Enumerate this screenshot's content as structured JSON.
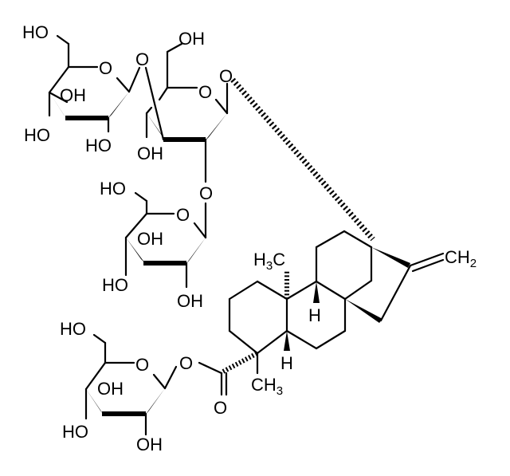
{
  "diagram": {
    "type": "chemical-structure",
    "background": "#ffffff",
    "stroke_color": "#000000",
    "labels": {
      "glc_a": {
        "ho_ch2": "HO",
        "oh_in": "OH",
        "ho_left": "HO",
        "ho_bottom": "HO",
        "ring_o": "O"
      },
      "bridge_o_top": "O",
      "glc_b": {
        "oh_ch2": "OH",
        "oh_bottom": "OH",
        "ring_o": "O",
        "anomeric_o": "O"
      },
      "bridge_o_mid": "O",
      "glc_c": {
        "ho_ch2": "HO",
        "oh_in": "OH",
        "ho_left": "HO",
        "oh_bottom": "OH",
        "ring_o": "O"
      },
      "glc_d": {
        "ho_ch2": "HO",
        "oh_in": "OH",
        "ho_left": "HO",
        "oh_bottom": "OH",
        "ring_o": "O"
      },
      "ester_o": "O",
      "carbonyl_o": "O",
      "methyl_top": {
        "main": "H",
        "sub": "3",
        "tail": "C"
      },
      "methyl_bottom": {
        "main": "CH",
        "sub": "3"
      },
      "h_upper": "H",
      "h_lower": "H",
      "methylene": {
        "main": "CH",
        "sub": "2"
      }
    }
  }
}
